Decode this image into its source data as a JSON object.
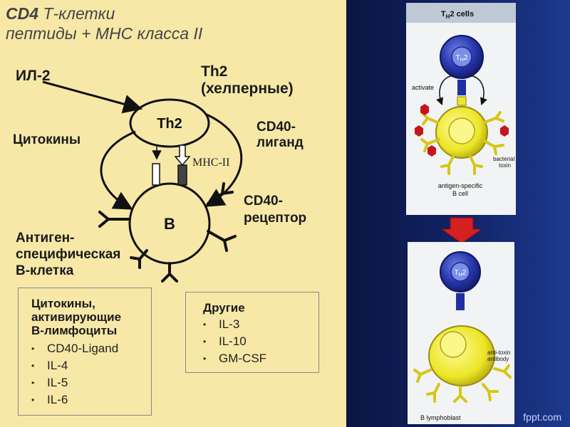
{
  "left": {
    "title_prefix": "CD4",
    "title_rest": " Т-клетки",
    "subtitle": "пептиды + MHC класса II",
    "labels": {
      "il2": "ИЛ-2",
      "th2_line1": "Th2",
      "th2_line2": "(хелперные)",
      "cytokines": "Цитокины",
      "cd40_ligand_line1": "CD40-",
      "cd40_ligand_line2": "лиганд",
      "cd40_receptor_line1": "CD40-",
      "cd40_receptor_line2": "рецептор",
      "bcell_line1": "Антиген-",
      "bcell_line2": "специфическая",
      "bcell_line3": "В-клетка",
      "mhc": "MHC-II",
      "th2_cell": "Th2",
      "b_cell": "B"
    },
    "box1": {
      "title_line1": "Цитокины,",
      "title_line2": "активирующие",
      "title_line3": "В-лимфоциты",
      "items": [
        "CD40-Ligand",
        "IL-4",
        "IL-5",
        "IL-6"
      ]
    },
    "box2": {
      "title": "Другие",
      "items": [
        "IL-3",
        "IL-10",
        "GM-CSF"
      ]
    }
  },
  "right": {
    "top_panel": {
      "header": "T",
      "header_sub": "H",
      "header_rest": "2  cells",
      "cell_label": "T",
      "cell_sub": "H",
      "cell_num": "2",
      "activate": "activate",
      "toxin_line1": "bacterial",
      "toxin_line2": "toxin",
      "bcell_line1": "antigen-specific",
      "bcell_line2": "B cell"
    },
    "bottom_panel": {
      "cell_label": "T",
      "cell_sub": "H",
      "cell_num": "2",
      "antibody_line1": "anti-toxin",
      "antibody_line2": "antibody",
      "bottom_label": "B  lymphoblast"
    },
    "watermark": "fppt.com"
  },
  "colors": {
    "left_bg": "#f7e8a8",
    "th_blue": "#1f2fa0",
    "b_yellow": "#efe82a",
    "toxin_red": "#c4161c",
    "arrow_red": "#d42020"
  }
}
